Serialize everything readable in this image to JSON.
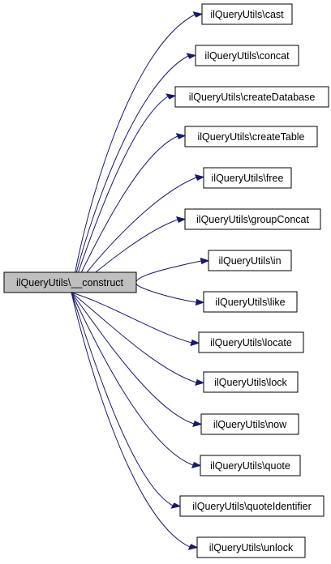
{
  "graph": {
    "root": {
      "label": "ilQueryUtils\\__construct"
    },
    "callees": [
      {
        "label": "ilQueryUtils\\cast"
      },
      {
        "label": "ilQueryUtils\\concat"
      },
      {
        "label": "ilQueryUtils\\createDatabase"
      },
      {
        "label": "ilQueryUtils\\createTable"
      },
      {
        "label": "ilQueryUtils\\free"
      },
      {
        "label": "ilQueryUtils\\groupConcat"
      },
      {
        "label": "ilQueryUtils\\in"
      },
      {
        "label": "ilQueryUtils\\like"
      },
      {
        "label": "ilQueryUtils\\locate"
      },
      {
        "label": "ilQueryUtils\\lock"
      },
      {
        "label": "ilQueryUtils\\now"
      },
      {
        "label": "ilQueryUtils\\quote"
      },
      {
        "label": "ilQueryUtils\\quoteIdentifier"
      },
      {
        "label": "ilQueryUtils\\unlock"
      }
    ],
    "colors": {
      "edge": "#191970",
      "root_fill": "#bfbfbf",
      "node_fill": "#ffffff",
      "border": "#000000"
    }
  }
}
